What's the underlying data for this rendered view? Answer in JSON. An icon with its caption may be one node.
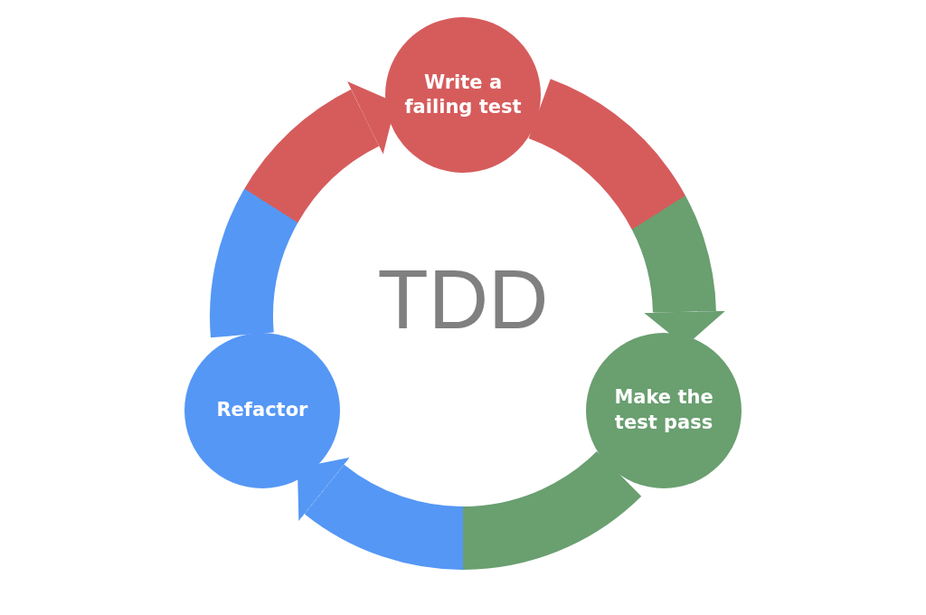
{
  "diagram": {
    "title": "TDD",
    "nodes": [
      {
        "text": [
          "Write a failing test"
        ]
      },
      {
        "text": [
          "Make the test pass"
        ]
      },
      {
        "text": [
          "Refactor"
        ]
      }
    ],
    "edges": [
      {
        "from": 0,
        "to": 1,
        "arrow": "to"
      },
      {
        "from": 1,
        "to": 2,
        "arrow": "to"
      },
      {
        "from": 2,
        "to": 0,
        "arrow": "to"
      }
    ]
  }
}
